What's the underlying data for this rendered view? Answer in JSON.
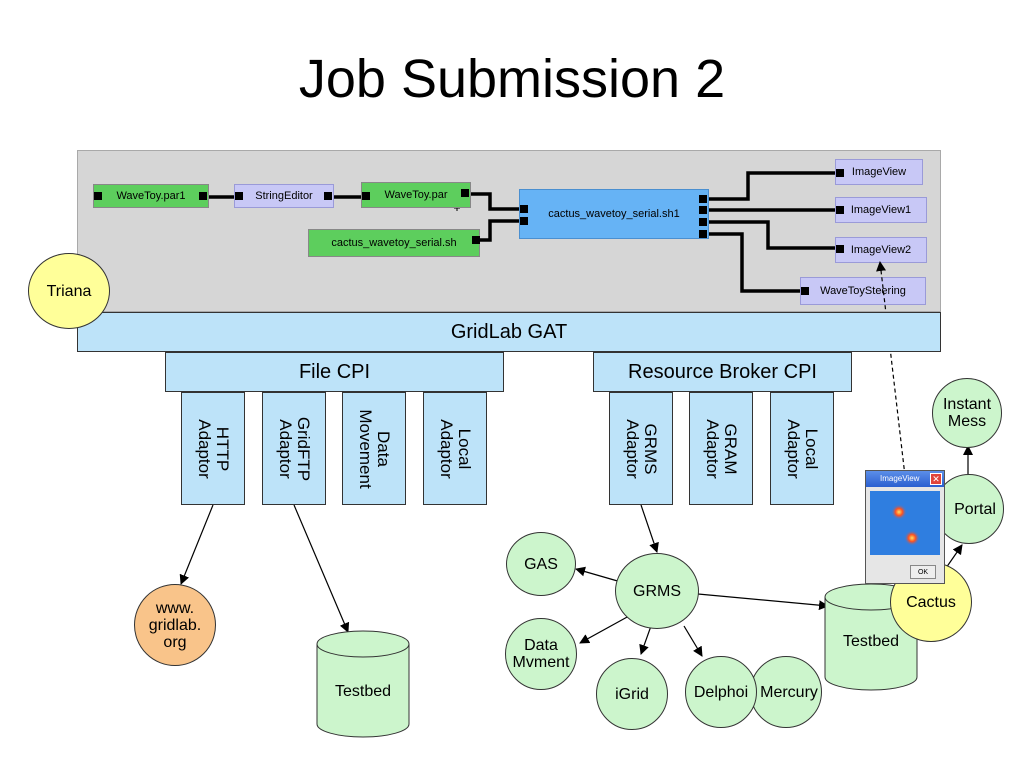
{
  "title": "Job Submission 2",
  "triana": {
    "label": "Triana",
    "nodes": {
      "wavetoy_par1": "WaveToy.par1",
      "string_editor": "StringEditor",
      "wavetoy_par": "WaveToy.par",
      "cactus_serial_sh": "cactus_wavetoy_serial.sh",
      "cactus_serial_sh1": "cactus_wavetoy_serial.sh1",
      "imageview": "ImageView",
      "imageview1": "ImageView1",
      "imageview2": "ImageView2",
      "wavetoy_steering": "WaveToySteering"
    }
  },
  "gat": "GridLab GAT",
  "file_cpi": {
    "label": "File CPI",
    "adaptors": [
      "HTTP\nAdaptor",
      "GridFTP\nAdaptor",
      "Data\nMovement",
      "Local\nAdaptor"
    ]
  },
  "rb_cpi": {
    "label": "Resource Broker CPI",
    "adaptors": [
      "GRMS\nAdaptor",
      "GRAM\nAdaptor",
      "Local\nAdaptor"
    ]
  },
  "circles": {
    "gridlab": "www.\ngridlab.\norg",
    "gas": "GAS",
    "grms": "GRMS",
    "data_mvment": "Data\nMvment",
    "igrid": "iGrid",
    "delphoi": "Delphoi",
    "mercury": "Mercury",
    "instant_mess": "Instant\nMess",
    "portal": "Portal",
    "cactus": "Cactus"
  },
  "testbed_left": "Testbed",
  "testbed_right": "Testbed",
  "imageview_window": {
    "title": "ImageView",
    "ok": "OK"
  },
  "colors": {
    "component_green": "#5dce5d",
    "component_lavender": "#c8c8f6",
    "component_blue": "#66b3f5",
    "layer_blue": "#bde3f9",
    "service_green": "#ccf5cc",
    "highlight_yellow": "#ffff99",
    "web_orange": "#f9c48a"
  }
}
